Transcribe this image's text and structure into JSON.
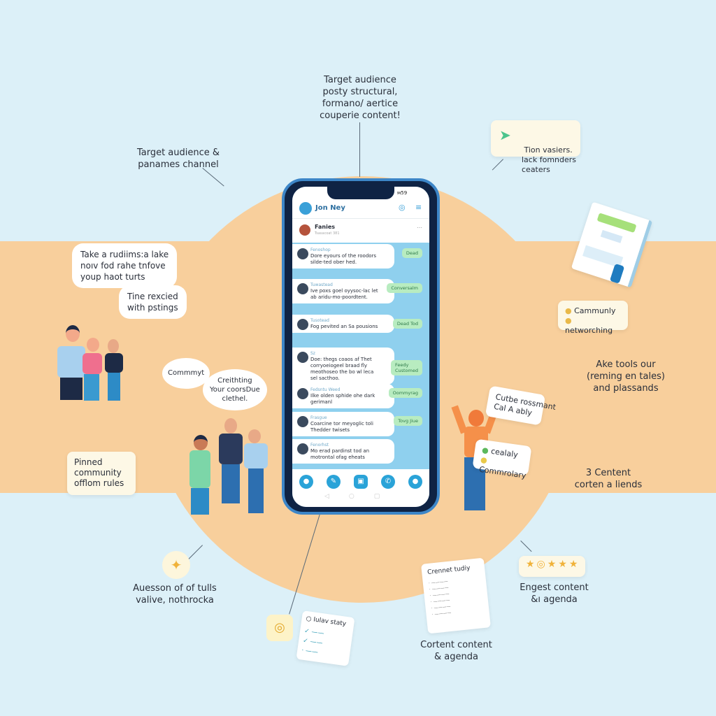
{
  "labels": {
    "top": "Target audience\nposty structural,\nformano/ aertice\ncouperie content!",
    "top_left": "Target audience &\npanames channel",
    "top_right_card": "Tion vasiers.\nlack fomnders\nceaters",
    "community_card": [
      "Cammunly",
      "networching"
    ],
    "right_tools": "Ake tools our\n(reming en tales)\nand plassands",
    "right_content": "3 Centent\ncorten a liends",
    "pinned": "Pinned\ncommunity\nofflom rules",
    "bottom_left": "Auesson of of tulls\nvalive, nothrocka",
    "bottom_mid_card": "Iulav staty",
    "bottom_right_doc_title": "Crennet tudiy",
    "bottom_right_label": "Cortent content\n& agenda",
    "engest": "Engest content\n&ı agenda",
    "engest_rating": 4
  },
  "speech": {
    "b1": "Take a rudiims:a lake\nnoıv fod rahe tnfove\nyoup haot turts",
    "b2": "Tine rexcied\nwith pstings",
    "b3": "Commmyt",
    "b4": "Creithting\nYour coorsDue\nclethel."
  },
  "person_cards": {
    "c1": "Cutbe rossmant\nCal A ably",
    "c2": [
      "cealaly",
      "Commrolary"
    ]
  },
  "phone": {
    "status": "ᴍ59",
    "user": "Jon Ney",
    "chat_title": "Fanies",
    "chat_sub": "Tsasacoat 381",
    "messages": [
      {
        "name": "Fenoshop",
        "text": "Dore eyours of the roodors\nsilde-ted ober hed.",
        "tag": "Dead"
      },
      {
        "name": "Tuwastead",
        "text": "Ive poxs goel oyysoc-lac let\nab aridu-mo-poordtent.",
        "tag": "Conversalm"
      },
      {
        "name": "Tusotead",
        "text": "Fog pevited an Sa pousions",
        "tag": "Dead Tod"
      },
      {
        "name": "Sz",
        "text": "Doe: thegs coaos af Thet\ncorryoeiogeel braad fly\nmeothoseo the bo wl leca\nsel sacthoo.",
        "tag": "Feedy\nCustomed"
      },
      {
        "name": "Fedsntu Weed",
        "text": "Ilke olden sphide ohe dark\ngerimanl",
        "tag": "Oommyrag"
      },
      {
        "name": "Frasgue",
        "text": "Coarcine tor meyoglic toli\nThedder twisets",
        "tag": "Tovg Jiue"
      },
      {
        "name": "Fenorhst",
        "text": "Mo erad pardinst tod an\nmotrontal ofag eheats",
        "tag": ""
      }
    ]
  },
  "colors": {
    "sky": "#dcf0f8",
    "peach": "#f8cf9c",
    "phone_blue": "#3d86c8",
    "tag_green": "#b8ecc0",
    "nav_blue": "#2aa3d8"
  }
}
